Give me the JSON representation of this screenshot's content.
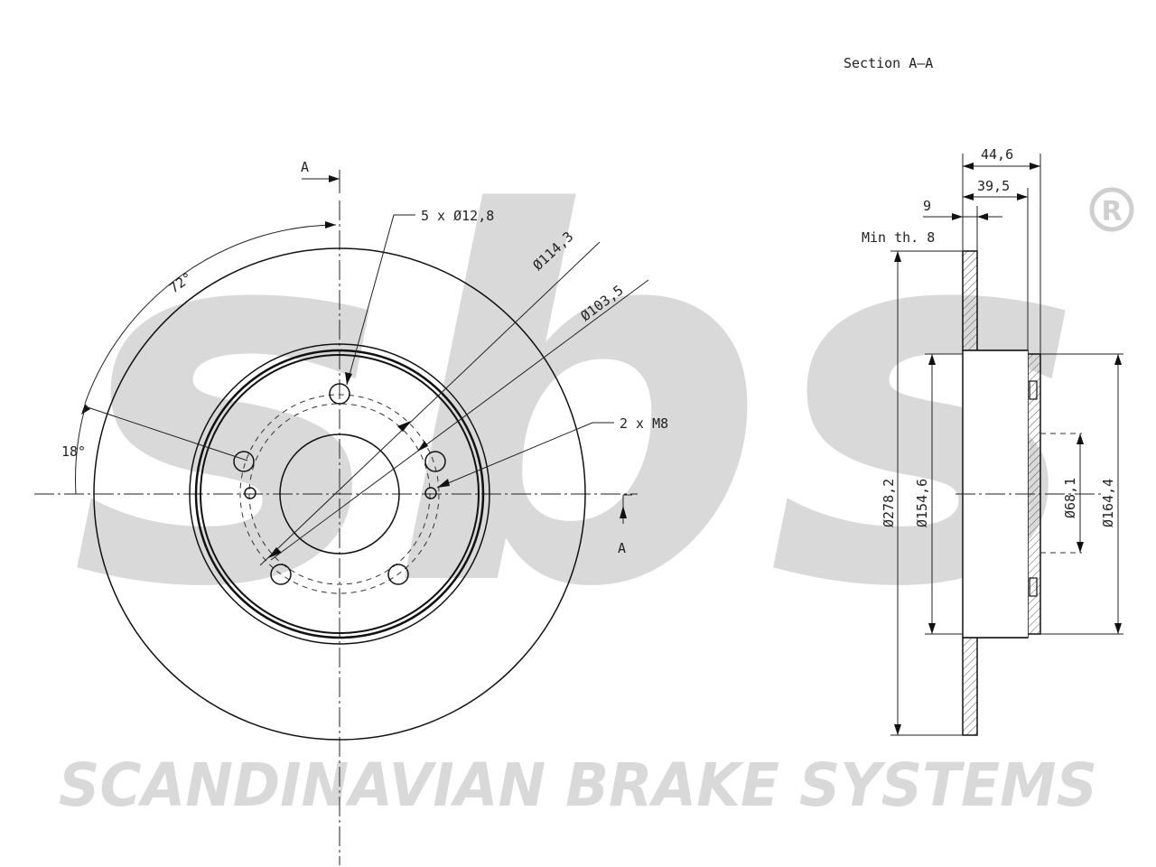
{
  "watermark": {
    "logo_text": "sbs",
    "company_name": "SCANDINAVIAN BRAKE SYSTEMS",
    "registered_mark": "®"
  },
  "section_title": "Section A–A",
  "section_marker": "A",
  "front_view": {
    "bolt_holes": "5 x Ø12,8",
    "pcd_outer": "Ø114,3",
    "pcd_inner": "Ø103,5",
    "threaded_holes": "2 x M8",
    "angle_bolt": "72°",
    "angle_offset": "18°"
  },
  "section_view": {
    "total_height": "44,6",
    "hat_height": "39,5",
    "thickness": "9",
    "min_thickness": "Min th. 8",
    "outer_diameter": "Ø278,2",
    "friction_inner_diameter": "Ø154,6",
    "center_bore": "Ø68,1",
    "hat_diameter": "Ø164,4"
  },
  "colors": {
    "line": "#111111",
    "watermark": "#d9d9d9",
    "hatch": "#555555"
  }
}
